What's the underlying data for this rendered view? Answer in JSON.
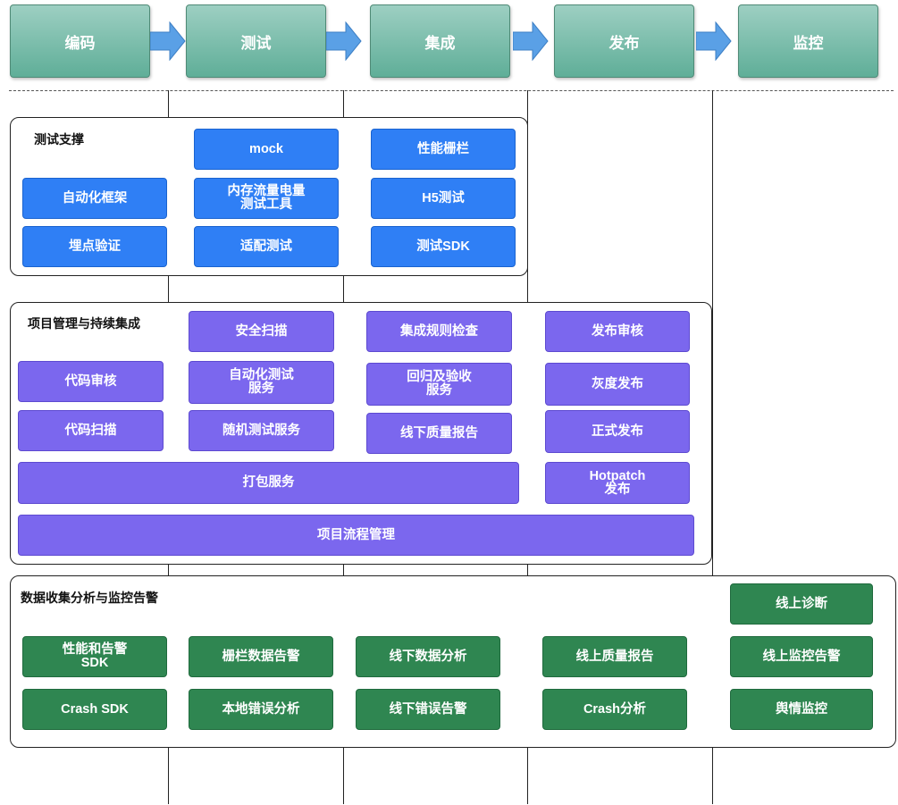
{
  "colors": {
    "stage_top": "#9dcfc2",
    "stage_bottom": "#5fae98",
    "arrow": "#5aa0e6",
    "blue": "#2f7ff5",
    "purple": "#7b67ee",
    "green": "#2f8651"
  },
  "stages": [
    "编码",
    "测试",
    "集成",
    "发布",
    "监控"
  ],
  "test_support": {
    "title": "测试支撑",
    "items": {
      "mock": "mock",
      "perf_fence": "性能栅栏",
      "automation": "自动化框架",
      "mem_tool": "内存流量电量\n测试工具",
      "h5": "H5测试",
      "tracking": "埋点验证",
      "adapt": "适配测试",
      "sdk": "测试SDK"
    }
  },
  "project_mgmt": {
    "title": "项目管理与持续集成",
    "items": {
      "security_scan": "安全扫描",
      "rule_check": "集成规则检查",
      "release_review": "发布审核",
      "code_review": "代码审核",
      "auto_test_service": "自动化测试\n服务",
      "regression": "回归及验收\n服务",
      "gray_release": "灰度发布",
      "code_scan": "代码扫描",
      "random_test": "随机测试服务",
      "offline_quality": "线下质量报告",
      "formal_release": "正式发布",
      "packaging": "打包服务",
      "hotpatch": "Hotpatch\n发布",
      "flow_mgmt": "项目流程管理"
    }
  },
  "monitoring": {
    "title": "数据收集分析与监控告警",
    "items": {
      "online_diag": "线上诊断",
      "perf_sdk": "性能和告警\nSDK",
      "fence_alert": "栅栏数据告警",
      "offline_analysis": "线下数据分析",
      "online_quality": "线上质量报告",
      "online_alert": "线上监控告警",
      "crash_sdk": "Crash SDK",
      "local_error": "本地错误分析",
      "offline_error": "线下错误告警",
      "crash_analysis": "Crash分析",
      "sentiment": "舆情监控"
    }
  }
}
